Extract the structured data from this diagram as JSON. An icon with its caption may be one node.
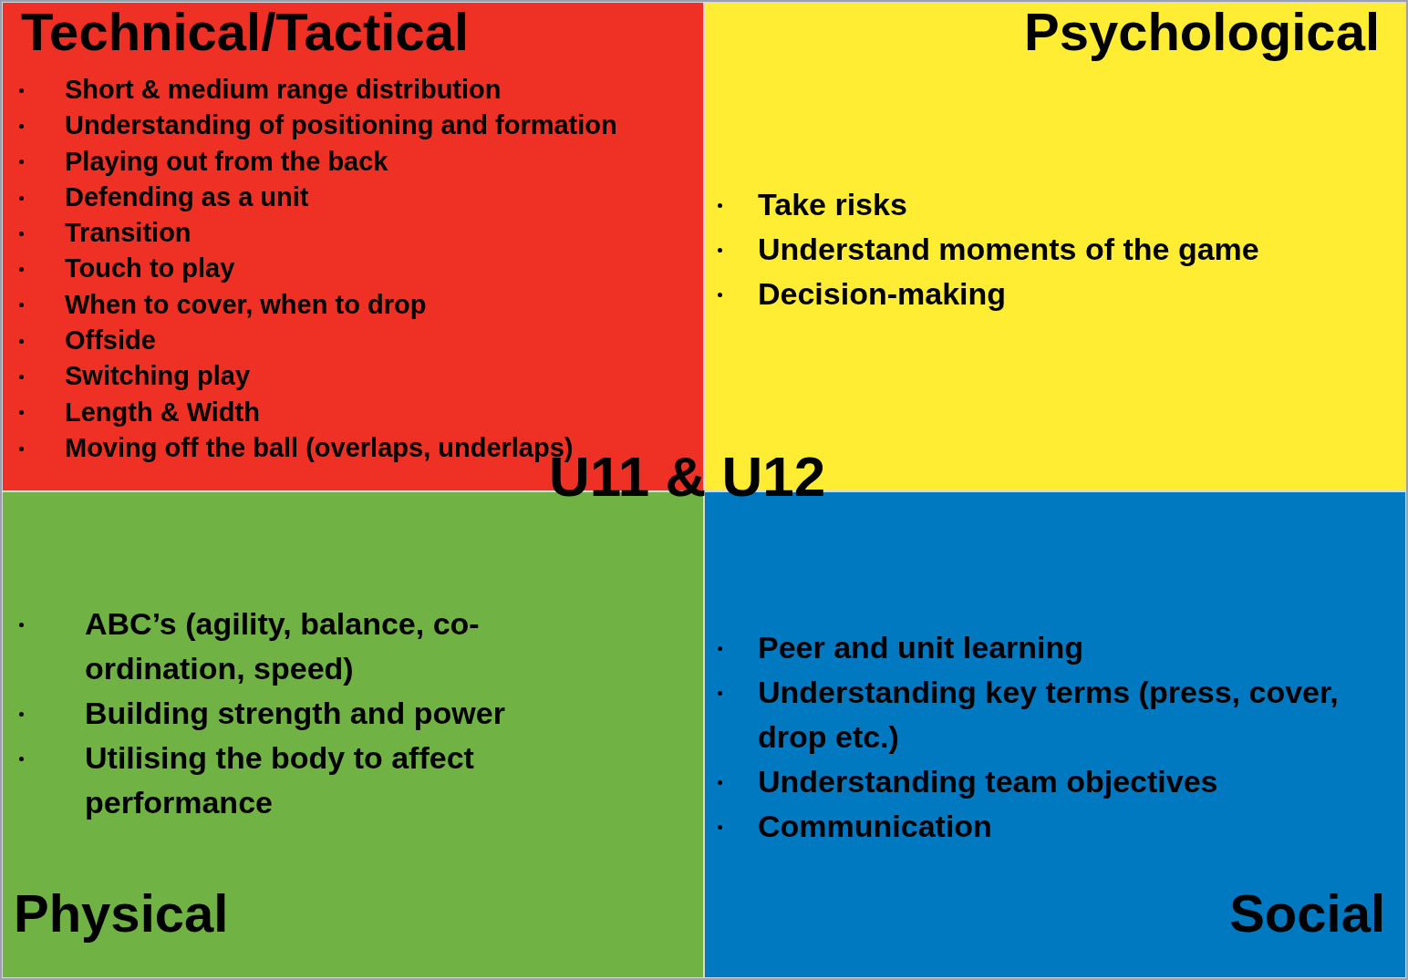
{
  "diagram": {
    "title": "U11 & U12",
    "nodes": [
      {
        "text": [
          "Technical/Tactical",
          "Short & medium range distribution",
          "Understanding of positioning and formation",
          "Playing out from the back",
          "Defending as a unit",
          "Transition",
          "Touch to play",
          "When to cover, when to drop",
          "Offside",
          "Switching play",
          "Length & Width",
          "Moving off the ball (overlaps, underlaps)"
        ]
      },
      {
        "text": [
          "Psychological",
          "Take risks",
          "Understand moments of the game",
          "Decision-making"
        ]
      },
      {
        "text": [
          "ABC’s (agility, balance, co-ordination, speed)",
          "Building strength and power",
          "Utilising the body to affect performance",
          "Physical"
        ]
      },
      {
        "text": [
          "Peer and unit learning",
          "Understanding key terms (press, cover, drop etc.)",
          "Understanding team objectives",
          "Communication",
          "Social"
        ]
      }
    ],
    "edges": []
  }
}
